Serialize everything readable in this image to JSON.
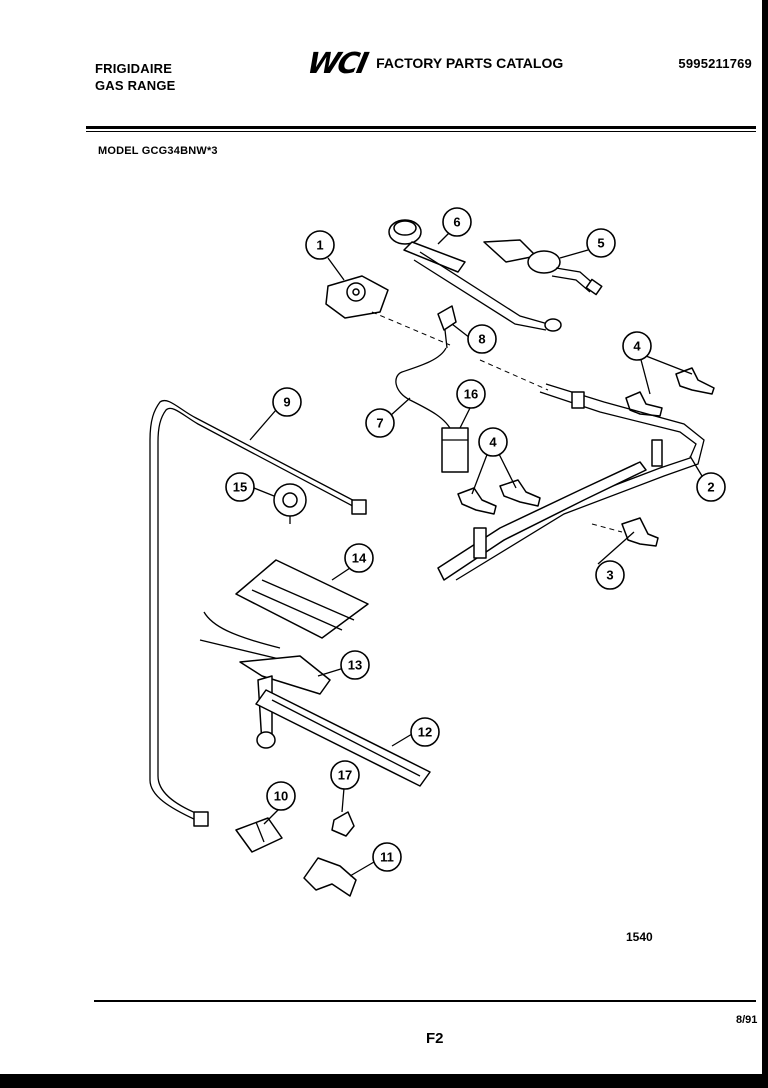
{
  "header": {
    "brand_line1": "FRIGIDAIRE",
    "brand_line2": "GAS RANGE",
    "logo_text": "WCI",
    "catalog_title": "FACTORY PARTS CATALOG",
    "part_number": "5995211769"
  },
  "model_label": "MODEL GCG34BNW*3",
  "callouts": [
    "1",
    "2",
    "3",
    "4",
    "4",
    "5",
    "6",
    "7",
    "8",
    "9",
    "10",
    "11",
    "12",
    "13",
    "14",
    "15",
    "16",
    "17"
  ],
  "figure_number": "1540",
  "footer": {
    "page_label": "F2",
    "date": "8/91"
  }
}
